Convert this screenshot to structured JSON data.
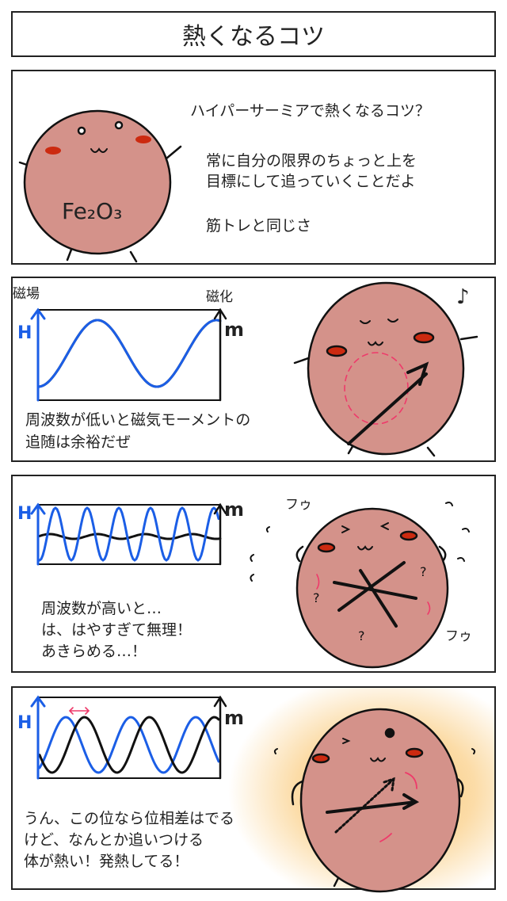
{
  "title": "熱くなるコツ",
  "colors": {
    "face": "#d4928a",
    "blush": "#cc2a10",
    "field_blue": "#1b5ee6",
    "pink": "#ee3a6a",
    "glow": "#f8c877"
  },
  "panel1": {
    "question": "ハイパーサーミアで熱くなるコツ？",
    "answer_line1": "常に自分の限界のちょっと上を",
    "answer_line2": "目標にして追っていくことだよ",
    "aside": "筋トレと同じさ",
    "body_label": "Fe₂O₃"
  },
  "panel2": {
    "label_field": "磁場",
    "label_magnetization": "磁化",
    "axis_h": "H",
    "axis_m": "m",
    "caption_line1": "周波数が低いと磁気モーメントの",
    "caption_line2": "追随は余裕だぜ",
    "note_icon": "♪"
  },
  "panel3": {
    "axis_h": "H",
    "axis_m": "m",
    "caption_line1": "周波数が高いと…",
    "caption_line2": "は、はやすぎて無理！",
    "caption_line3": "あきらめる…！",
    "sfx1": "フゥ",
    "sfx2": "フゥ"
  },
  "panel4": {
    "axis_h": "H",
    "axis_m": "m",
    "caption_line1": "うん、この位なら位相差はでる",
    "caption_line2": "けど、なんとか追いつける",
    "caption_line3": "体が熱い！発熱してる！"
  }
}
